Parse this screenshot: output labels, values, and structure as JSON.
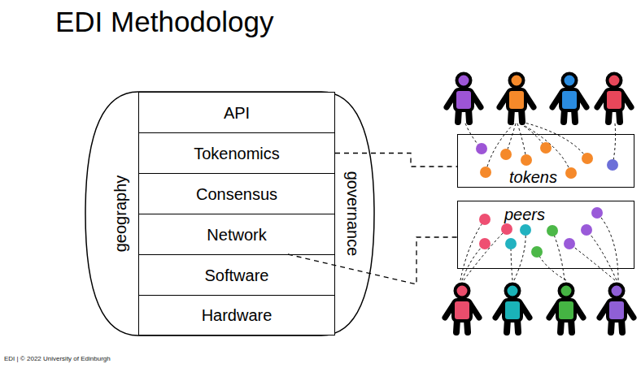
{
  "diagram": {
    "title": "EDI Methodology",
    "nodes": [
      {
        "text": [
          "geography",
          "governance"
        ]
      },
      {
        "text": [
          "API"
        ],
        "in": 0
      },
      {
        "text": [
          "Tokenomics"
        ],
        "in": 0
      },
      {
        "text": [
          "Consensus"
        ],
        "in": 0
      },
      {
        "text": [
          "Network"
        ],
        "in": 0
      },
      {
        "text": [
          "Software"
        ],
        "in": 0
      },
      {
        "text": [
          "Hardware"
        ],
        "in": 0
      },
      {
        "text": [
          "tokens"
        ]
      },
      {
        "text": [
          "peers"
        ]
      }
    ],
    "edges": [
      {
        "from": 2,
        "to": 7,
        "arrow": "none"
      },
      {
        "from": 5,
        "to": 8,
        "arrow": "none"
      }
    ],
    "labels": [
      "EDI | © 2022 University of Edinburgh"
    ]
  }
}
